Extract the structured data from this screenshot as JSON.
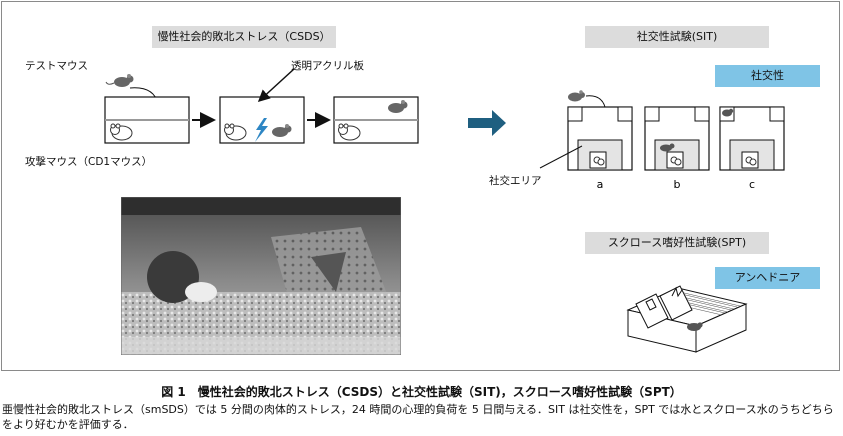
{
  "figure": {
    "csds": {
      "header": "慢性社会的敗北ストレス（CSDS）",
      "test_mouse_label": "テストマウス",
      "aggressor_mouse_label": "攻撃マウス（CD1マウス）",
      "acrylic_label": "透明アクリル板"
    },
    "sit": {
      "header": "社交性試験(SIT)",
      "result_label": "社交性",
      "social_area_label": "社交エリア",
      "panels": [
        "a",
        "b",
        "c"
      ]
    },
    "spt": {
      "header": "スクロース嗜好性試験(SPT)",
      "result_label": "アンヘドニア"
    },
    "colors": {
      "blue_label": "#7fc4e6",
      "process_arrow": "#1f5f80",
      "header_bg": "#dcdcdc",
      "lightning": "#2d86c4"
    }
  },
  "caption": {
    "title": "図 1　慢性社会的敗北ストレス（CSDS）と社交性試験（SIT)，スクロース嗜好性試験（SPT）",
    "body": "亜慢性社会的敗北ストレス（smSDS）では 5 分間の肉体的ストレス，24 時間の心理的負荷を 5 日間与える．SIT は社交性を，SPT では水とスクロース水のうちどちらをより好むかを評価する．"
  }
}
